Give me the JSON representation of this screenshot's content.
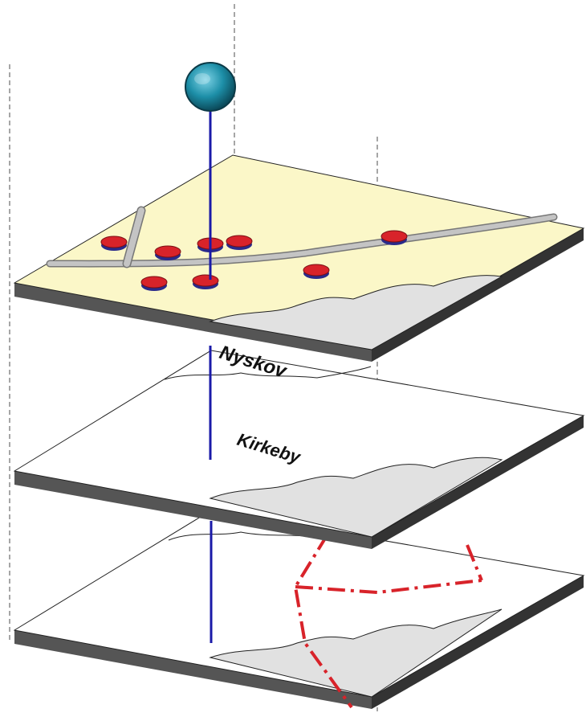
{
  "colors": {
    "map_base": "#fbf7c8",
    "plain_layer": "#ffffff",
    "land_gray": "#e1e1e1",
    "slab_edge": "#555555",
    "slab_edge_dark": "#333333",
    "road": "#c4c4c4",
    "road_outline": "#777777",
    "building_red": "#d8232a",
    "building_base": "#2a2a8a",
    "axis_blue": "#1a1aa8",
    "pin_teal": "#1d8fa8",
    "boundary_red": "#d8232a",
    "guide_gray": "#777777"
  },
  "layers": [
    {
      "name": "buildings-and-roads",
      "fill": "map_base"
    },
    {
      "name": "place-names",
      "fill": "plain_layer"
    },
    {
      "name": "parish-boundaries",
      "fill": "plain_layer"
    }
  ],
  "labels": {
    "place_1": "Nyskov",
    "place_2": "Kirkeby"
  },
  "icons": {
    "pin": "globe-pin-icon",
    "building": "building-marker-icon"
  }
}
